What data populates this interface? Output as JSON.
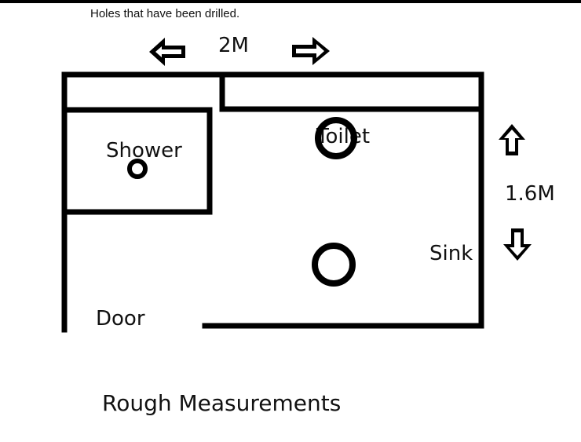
{
  "header_note": "Holes that have been drilled.",
  "dimensions": {
    "width": "2M",
    "height": "1.6M"
  },
  "rooms": {
    "shower": "Shower",
    "toilet": "Toilet",
    "sink": "Sink",
    "door": "Door"
  },
  "footer_note": "Rough Measurements",
  "colors": {
    "ink": "#000000",
    "background": "#ffffff"
  }
}
